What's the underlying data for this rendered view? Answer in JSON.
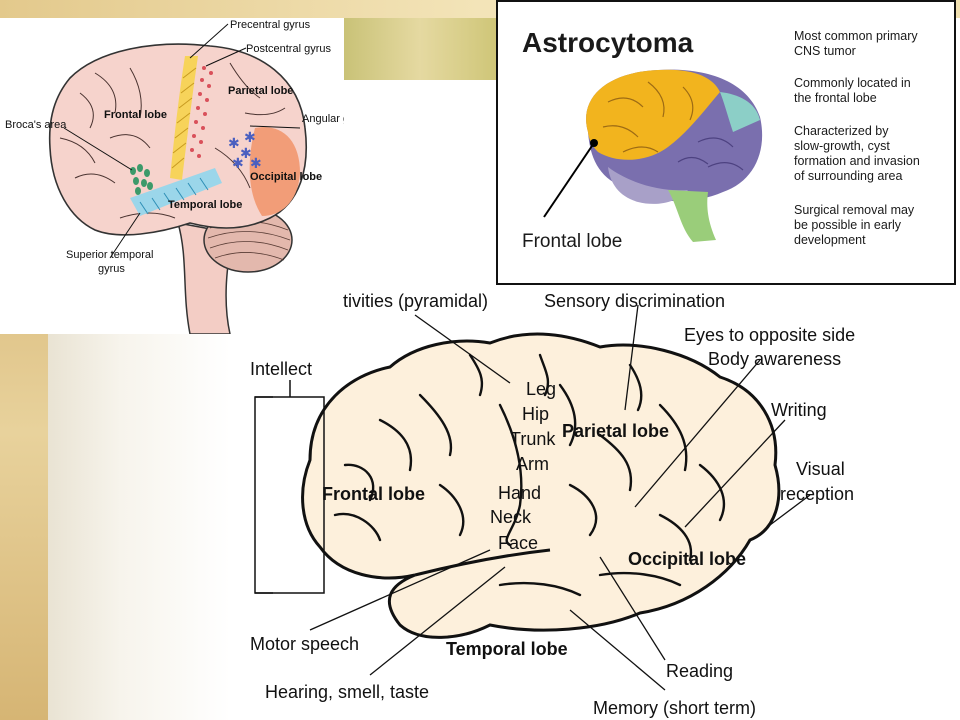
{
  "top_left": {
    "labels": {
      "precentral": "Precentral gyrus",
      "postcentral": "Postcentral gyrus",
      "parietal": "Parietal lobe",
      "angular": "Angular gyrus",
      "frontal": "Frontal lobe",
      "broca": "Broca's area",
      "occipital": "Occipital lobe",
      "temporal": "Temporal lobe",
      "superior_temporal_1": "Superior temporal",
      "superior_temporal_2": "gyrus"
    }
  },
  "top_right": {
    "title": "Astrocytoma",
    "frontal_label": "Frontal lobe",
    "facts": [
      [
        "Most common primary",
        "CNS tumor"
      ],
      [
        "Commonly located in",
        "the frontal lobe"
      ],
      [
        "Characterized by",
        "slow-growth, cyst",
        "formation and invasion",
        "of surrounding area"
      ],
      [
        "Surgical removal may",
        "be possible in early",
        "development"
      ]
    ]
  },
  "bottom": {
    "pyramidal": "tivities (pyramidal)",
    "sensory": "Sensory discrimination",
    "eyes": "Eyes to opposite side",
    "body": "Body awareness",
    "intellect": "Intellect",
    "writing": "Writing",
    "visual_1": "Visual",
    "visual_2": "reception",
    "motor_strip": [
      "Leg",
      "Hip",
      "Trunk",
      "Arm",
      "Hand",
      "Neck",
      "Face"
    ],
    "parietal": "Parietal lobe",
    "frontal": "Frontal lobe",
    "occipital": "Occipital lobe",
    "temporal": "Temporal lobe",
    "motor_speech": "Motor speech",
    "hearing": "Hearing, smell, taste",
    "reading": "Reading",
    "memory": "Memory (short term)"
  }
}
